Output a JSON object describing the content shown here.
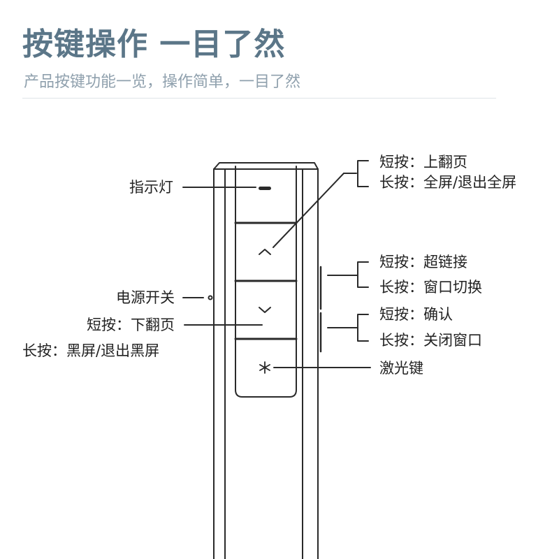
{
  "header": {
    "title": "按键操作 一目了然",
    "subtitle": "产品按键功能一览，操作简单，一目了然"
  },
  "labels": {
    "indicator": "指示灯",
    "up_short": "短按：上翻页",
    "up_long": "长按：全屏/退出全屏",
    "side1_short": "短按：超链接",
    "side1_long": "长按：窗口切换",
    "power": "电源开关",
    "down_short": "短按：下翻页",
    "down_long": "长按：黑屏/退出黑屏",
    "side2_short": "短按：确认",
    "side2_long": "长按：关闭窗口",
    "laser": "激光键"
  },
  "icons": {
    "up": "chevron-up-icon",
    "down": "chevron-down-icon",
    "laser": "asterisk-icon"
  }
}
